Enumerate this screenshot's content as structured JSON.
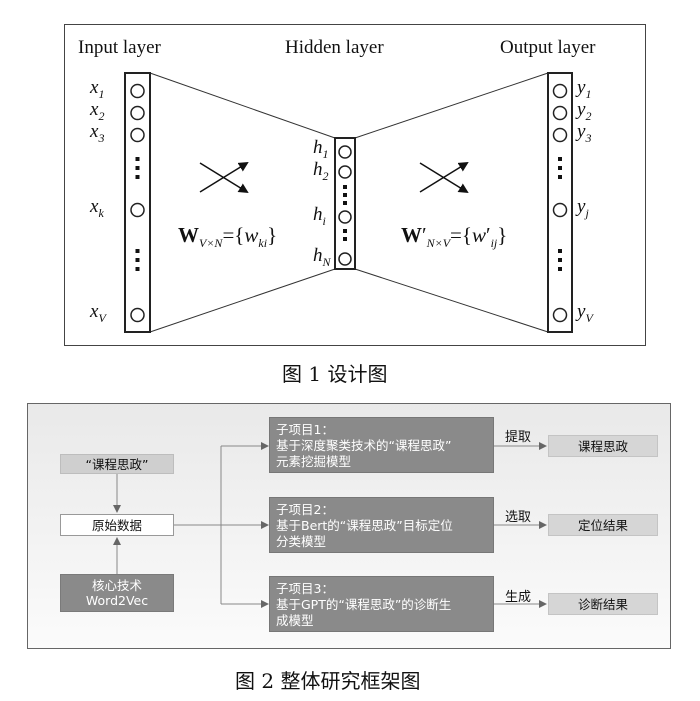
{
  "figure1": {
    "layers": {
      "input": "Input layer",
      "hidden": "Hidden layer",
      "output": "Output layer"
    },
    "input_nodes": [
      "x1",
      "x2",
      "x3",
      "xk",
      "xV"
    ],
    "hidden_nodes": [
      "h1",
      "h2",
      "hi",
      "hN"
    ],
    "output_nodes": [
      "y1",
      "y2",
      "y3",
      "yj",
      "yV"
    ],
    "weight_left": "W V×N = {w ki}",
    "weight_right": "W′ N×V = {w′ ij}",
    "caption": "图 1  设计图"
  },
  "figure2": {
    "left_top": "“课程思政”",
    "left_mid": "原始数据",
    "left_bottom": {
      "line1": "核心技术",
      "line2": "Word2Vec"
    },
    "subprojects": [
      {
        "title": "子项目1：",
        "line2": "基于深度聚类技术的“课程思政”",
        "line3": "元素挖掘模型",
        "verb": "提取",
        "result": "课程思政"
      },
      {
        "title": "子项目2：",
        "line2": "基于Bert的“课程思政”目标定位",
        "line3": "分类模型",
        "verb": "选取",
        "result": "定位结果"
      },
      {
        "title": "子项目3：",
        "line2": "基于GPT的“课程思政”的诊断生",
        "line3": "成模型",
        "verb": "生成",
        "result": "诊断结果"
      }
    ],
    "caption": "图 2  整体研究框架图"
  }
}
